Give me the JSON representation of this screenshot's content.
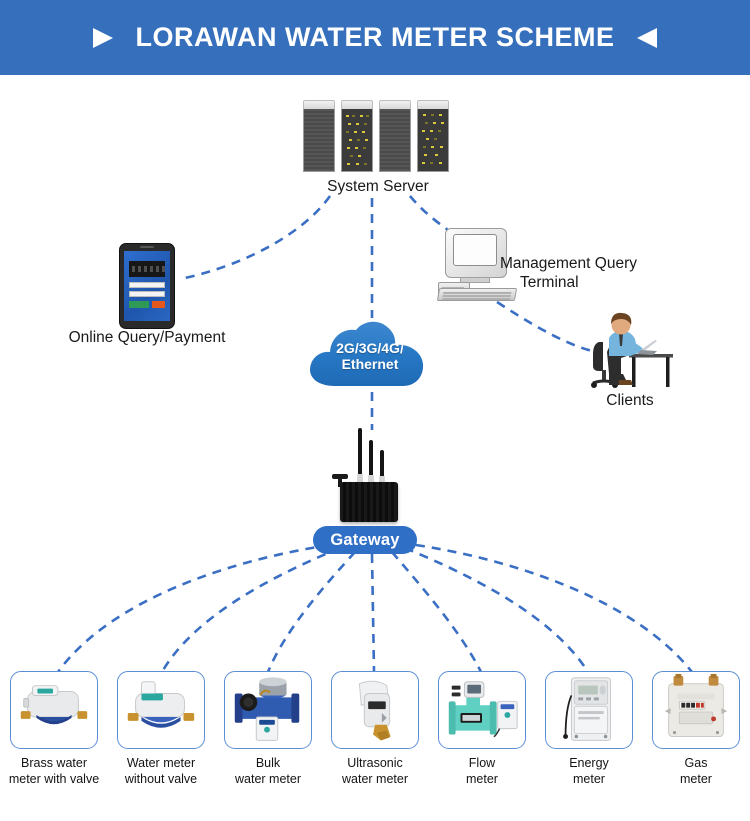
{
  "header": {
    "title": "LORAWAN WATER METER SCHEME",
    "left_marker": "triangle-right",
    "right_marker": "triangle-left",
    "background_color": "#3670bd",
    "text_color": "#ffffff"
  },
  "diagram": {
    "accent_color": "#2f6fc6",
    "link_style": "dashed",
    "nodes": {
      "server": {
        "label": "System Server",
        "icon": "server-rack-icon"
      },
      "phone": {
        "label": "Online Query/Payment",
        "icon": "smartphone-icon"
      },
      "terminal": {
        "label": "Management Query\nTerminal",
        "label_line1": "Management Query",
        "label_line2": "Terminal",
        "icon": "desktop-computer-icon"
      },
      "cloud": {
        "label_line1": "2G/3G/4G/",
        "label_line2": "Ethernet",
        "icon": "cloud-icon",
        "color": "#2f7ec9"
      },
      "clients": {
        "label": "Clients",
        "icon": "person-at-desk-icon"
      },
      "gateway": {
        "label": "Gateway",
        "icon": "lorawan-gateway-icon",
        "pill_color": "#2f6fc6"
      }
    },
    "connections": [
      {
        "from": "server",
        "to": "phone"
      },
      {
        "from": "server",
        "to": "cloud"
      },
      {
        "from": "server",
        "to": "terminal"
      },
      {
        "from": "terminal",
        "to": "clients"
      },
      {
        "from": "cloud",
        "to": "gateway"
      },
      {
        "from": "gateway",
        "to": "meters"
      }
    ]
  },
  "meters": [
    {
      "id": "brass-water-meter-with-valve",
      "line1": "Brass water",
      "line2": "meter with valve",
      "icon": "brass-water-meter-icon"
    },
    {
      "id": "water-meter-without-valve",
      "line1": "Water meter",
      "line2": "without valve",
      "icon": "water-meter-icon"
    },
    {
      "id": "bulk-water-meter",
      "line1": "Bulk",
      "line2": "water meter",
      "icon": "bulk-water-meter-icon"
    },
    {
      "id": "ultrasonic-water-meter",
      "line1": "Ultrasonic",
      "line2": "water meter",
      "icon": "ultrasonic-water-meter-icon"
    },
    {
      "id": "flow-meter",
      "line1": "Flow",
      "line2": "meter",
      "icon": "flow-meter-icon"
    },
    {
      "id": "energy-meter",
      "line1": "Energy",
      "line2": "meter",
      "icon": "energy-meter-icon"
    },
    {
      "id": "gas-meter",
      "line1": "Gas",
      "line2": "meter",
      "icon": "gas-meter-icon"
    }
  ]
}
